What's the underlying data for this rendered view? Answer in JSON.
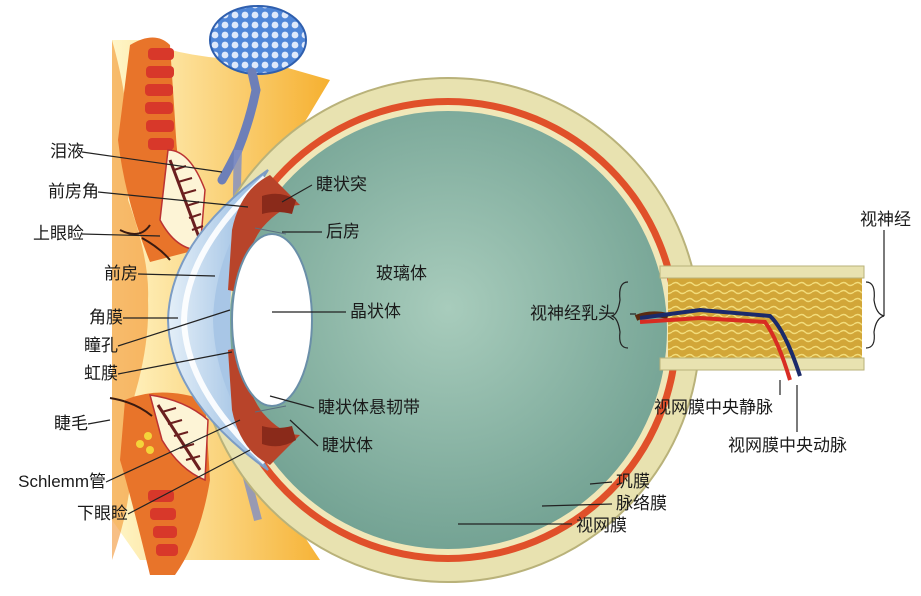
{
  "labels": {
    "tear": "泪液",
    "anterior_chamber_angle": "前房角",
    "upper_eyelid": "上眼睑",
    "anterior_chamber": "前房",
    "cornea": "角膜",
    "pupil": "瞳孔",
    "iris": "虹膜",
    "eyelash": "睫毛",
    "schlemm_canal": "Schlemm管",
    "lower_eyelid": "下眼睑",
    "ciliary_process": "睫状突",
    "posterior_chamber": "后房",
    "vitreous_body": "玻璃体",
    "lens": "晶状体",
    "zonule": "睫状体悬韧带",
    "ciliary_body": "睫状体",
    "optic_disc": "视神经乳头",
    "optic_nerve": "视神经",
    "central_retinal_vein": "视网膜中央静脉",
    "central_retinal_artery": "视网膜中央动脉",
    "sclera": "巩膜",
    "choroid": "脉络膜",
    "retina": "视网膜"
  },
  "colors": {
    "vitreous": "#8fb8a8",
    "sclera": "#e8e2b0",
    "choroid": "#e0502a",
    "lens": "#ffffff",
    "cornea": "#b8d4ec",
    "lid_orange": "#f5a623",
    "lid_red": "#c8382a",
    "lacrimal_gland": "#5d8fe0",
    "optic_nerve": "#d9b040"
  }
}
